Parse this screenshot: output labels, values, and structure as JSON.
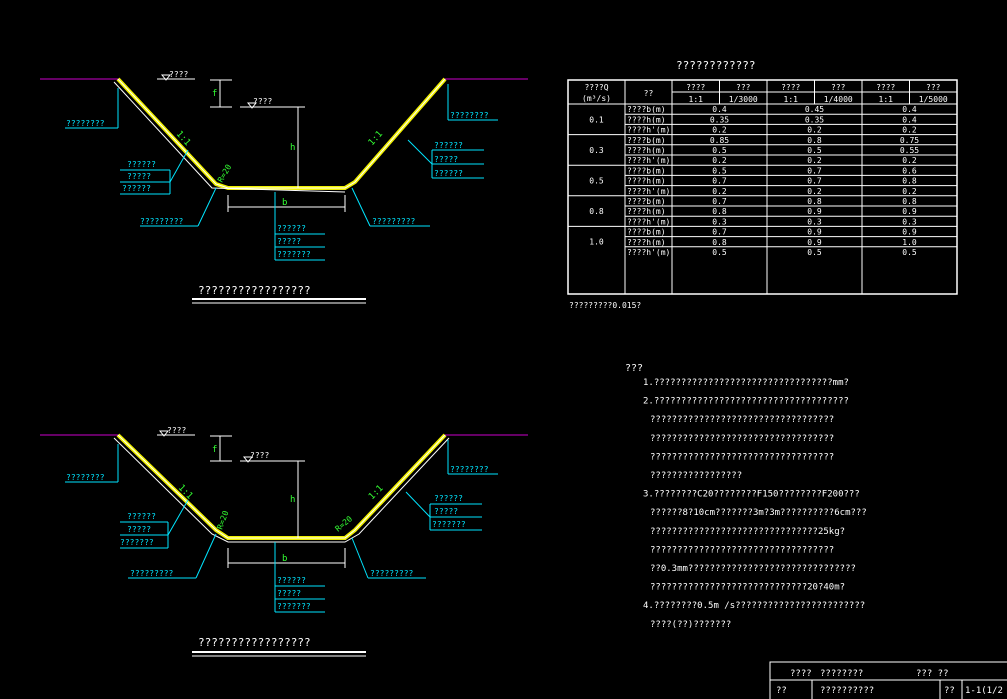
{
  "colors": {
    "background": "#000000",
    "white": "#ffffff",
    "cyan": "#00e5ff",
    "yellow": "#f0f000",
    "green": "#33ff33",
    "magenta": "#cc00cc"
  },
  "drawing1": {
    "title": "?????????????????",
    "water_label": "????",
    "water_label2": "????",
    "f_label": "f",
    "h_label": "h",
    "b_label": "b",
    "slope_left": "1:1",
    "slope_right": "1:1",
    "corner_label": "R=20",
    "left_callout": "????????",
    "left_list": [
      "??????",
      "?????",
      "??????"
    ],
    "left_bottom_callout": "?????????",
    "right_callout": "????????",
    "right_list": [
      "??????",
      "?????",
      "??????"
    ],
    "right_bottom_callout": "?????????",
    "bottom_list": [
      "??????",
      "?????",
      "???????"
    ]
  },
  "drawing2": {
    "title": "?????????????????",
    "water_label": "????",
    "water_label2": "????",
    "f_label": "f",
    "h_label": "h",
    "b_label": "b",
    "slope_left": "1:1",
    "slope_right": "1:1",
    "corner_label_left": "R=20",
    "corner_label_right": "R=20",
    "left_callout": "????????",
    "left_list": [
      "??????",
      "?????",
      "???????"
    ],
    "left_bottom_callout": "?????????",
    "right_callout": "????????",
    "right_list": [
      "??????",
      "?????",
      "???????"
    ],
    "right_bottom_callout": "?????????",
    "bottom_list": [
      "??????",
      "?????",
      "???????"
    ]
  },
  "table": {
    "title": "????????????",
    "header_q": "????Q",
    "header_q_unit": "(m³/s)",
    "header_item": "??",
    "groups": [
      {
        "a": "????",
        "b": "???",
        "slope": "1:1",
        "grade": "1/3000"
      },
      {
        "a": "????",
        "b": "???",
        "slope": "1:1",
        "grade": "1/4000"
      },
      {
        "a": "????",
        "b": "???",
        "slope": "1:1",
        "grade": "1/5000"
      }
    ],
    "rows": [
      {
        "q": "0.1",
        "items": [
          {
            "name": "????b(m)",
            "v": [
              "0.4",
              "0.45",
              "0.4"
            ]
          },
          {
            "name": "????h(m)",
            "v": [
              "0.35",
              "0.35",
              "0.4"
            ]
          },
          {
            "name": "????h'(m)",
            "v": [
              "0.2",
              "0.2",
              "0.2"
            ]
          }
        ]
      },
      {
        "q": "0.3",
        "items": [
          {
            "name": "????b(m)",
            "v": [
              "0.85",
              "0.8",
              "0.75"
            ]
          },
          {
            "name": "????h(m)",
            "v": [
              "0.5",
              "0.5",
              "0.55"
            ]
          },
          {
            "name": "????h'(m)",
            "v": [
              "0.2",
              "0.2",
              "0.2"
            ]
          }
        ]
      },
      {
        "q": "0.5",
        "items": [
          {
            "name": "????b(m)",
            "v": [
              "0.5",
              "0.7",
              "0.6"
            ]
          },
          {
            "name": "????h(m)",
            "v": [
              "0.7",
              "0.7",
              "0.8"
            ]
          },
          {
            "name": "????h'(m)",
            "v": [
              "0.2",
              "0.2",
              "0.2"
            ]
          }
        ]
      },
      {
        "q": "0.8",
        "items": [
          {
            "name": "????b(m)",
            "v": [
              "0.7",
              "0.8",
              "0.8"
            ]
          },
          {
            "name": "????h(m)",
            "v": [
              "0.8",
              "0.9",
              "0.9"
            ]
          },
          {
            "name": "????h'(m)",
            "v": [
              "0.3",
              "0.3",
              "0.3"
            ]
          }
        ]
      },
      {
        "q": "1.0",
        "items": [
          {
            "name": "????b(m)",
            "v": [
              "0.7",
              "0.9",
              "0.9"
            ]
          },
          {
            "name": "????h(m)",
            "v": [
              "0.8",
              "0.9",
              "1.0"
            ]
          },
          {
            "name": "????h'(m)",
            "v": [
              "0.5",
              "0.5",
              "0.5"
            ]
          }
        ]
      }
    ],
    "footnote": "?????????0.015?"
  },
  "notes": {
    "heading": "???",
    "lines": [
      "1.?????????????????????????????????mm?",
      "2.????????????????????????????????????",
      "??????????????????????????????????",
      "??????????????????????????????????",
      "??????????????????????????????????",
      "?????????????????",
      "3.????????C20????????F150????????F200???",
      "??????8?10cm???????3m?3m??????????6cm???",
      "???????????????????????????????25kg?",
      "??????????????????????????????????",
      "??0.3mm???????????????????????????????",
      "?????????????????????????????20?40m?",
      "4.????????0.5m /s????????????????????????",
      "????(??)???????"
    ]
  },
  "titleblock": {
    "r1c1": "????",
    "r1c2": "????????",
    "r1c3": "??? ??",
    "r2c1": "??",
    "r2c2": "??????????",
    "r2c3": "??",
    "r2c4": "1-1(1/2"
  }
}
